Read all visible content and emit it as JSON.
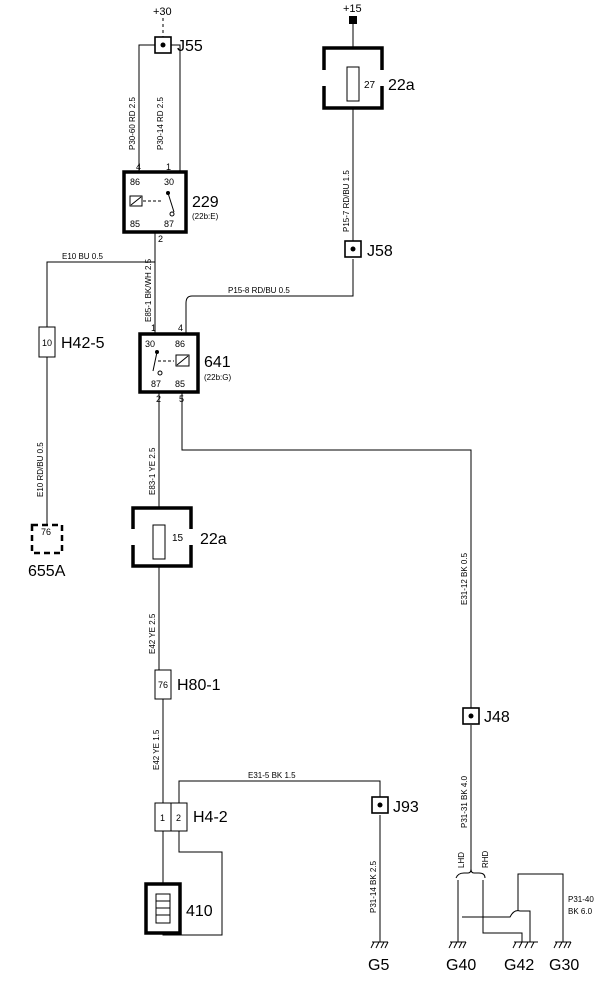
{
  "supplies": {
    "plus30": "+30",
    "plus15": "+15"
  },
  "connectors": {
    "j55": "J55",
    "j58": "J58",
    "j93": "J93",
    "j48": "J48",
    "h42_5": "H42-5",
    "h42_5_pin": "10",
    "h80_1": "H80-1",
    "h80_1_pin": "76",
    "h4_2": "H4-2",
    "h4_2_pin1": "1",
    "h4_2_pin2": "2",
    "c655a": "655A",
    "c655a_pin": "76"
  },
  "fuses": {
    "top": {
      "label": "22a",
      "number": "27"
    },
    "mid": {
      "label": "22a",
      "number": "15"
    }
  },
  "relays": {
    "r229": {
      "label": "229",
      "sub": "(22b:E)",
      "t86": "86",
      "t30": "30",
      "t85": "85",
      "t87": "87",
      "p4": "4",
      "p1": "1",
      "p2": "2"
    },
    "r641": {
      "label": "641",
      "sub": "(22b:G)",
      "t30": "30",
      "t86": "86",
      "t87": "87",
      "t85": "85",
      "p1": "1",
      "p4": "4",
      "p2": "2",
      "p5": "5"
    }
  },
  "component_410": "410",
  "grounds": {
    "g5": "G5",
    "g40": "G40",
    "g42": "G42",
    "g30": "G30"
  },
  "wires": {
    "p30_60": "P30-60  RD  2.5",
    "p30_14": "P30-14  RD  2.5",
    "p15_7": "P15-7  RD/BU  1.5",
    "p15_8": "P15-8  RD/BU  0.5",
    "e10_top": "E10  BU  0.5",
    "e85_1": "E85-1  BK/WH  2.5",
    "e10_bottom": "E10  RD/BU  0.5",
    "e83_1": "E83-1  YE  2.5",
    "e31_12": "E31-12  BK  0.5",
    "e42_upper": "E42  YE  2.5",
    "e42_lower": "E42  YE  1.5",
    "e31_5": "E31-5  BK  1.5",
    "p31_31": "P31-31  BK  4.0",
    "p31_14": "P31-14  BK  2.5",
    "p31_40_a": "P31-40",
    "p31_40_b": "BK  6.0",
    "lhd": "LHD",
    "rhd": "RHD"
  }
}
